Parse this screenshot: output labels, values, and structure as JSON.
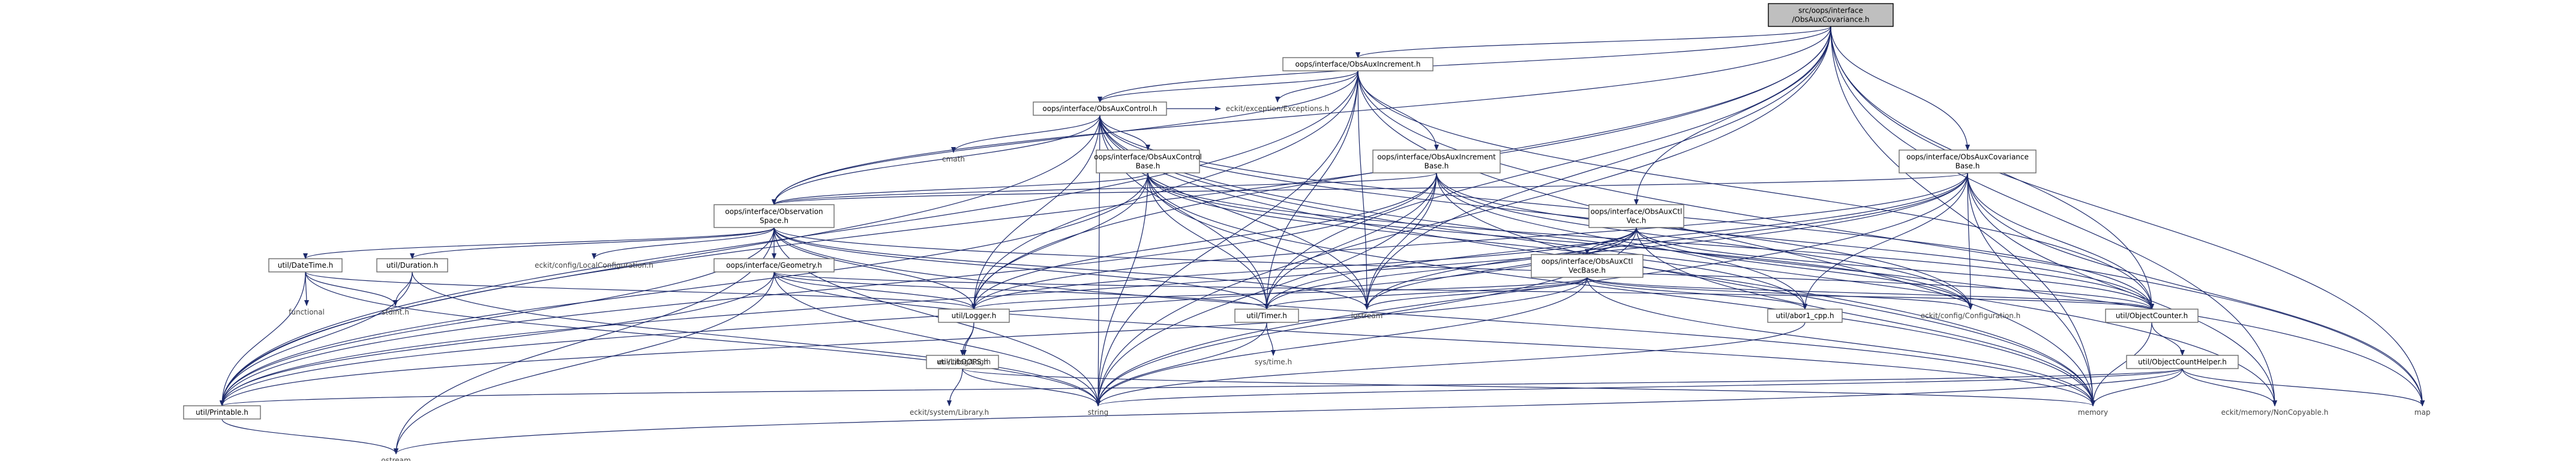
{
  "colors": {
    "edge": "#1d2a6b",
    "node_border": "#6b6b6b",
    "root_fill": "#bfbfbf",
    "node_fill": "#ffffff",
    "ext_text": "#444444"
  },
  "nodes": [
    {
      "id": "root",
      "lines": [
        "src/oops/interface",
        "/ObsAuxCovariance.h"
      ],
      "kind": "root"
    },
    {
      "id": "inc",
      "lines": [
        "oops/interface/ObsAuxIncrement.h"
      ],
      "kind": "plain"
    },
    {
      "id": "ctrl",
      "lines": [
        "oops/interface/ObsAuxControl.h"
      ],
      "kind": "plain"
    },
    {
      "id": "ctrlbase",
      "lines": [
        "oops/interface/ObsAuxControl",
        "Base.h"
      ],
      "kind": "plain"
    },
    {
      "id": "incbase",
      "lines": [
        "oops/interface/ObsAuxIncrement",
        "Base.h"
      ],
      "kind": "plain"
    },
    {
      "id": "covbase",
      "lines": [
        "oops/interface/ObsAuxCovariance",
        "Base.h"
      ],
      "kind": "plain"
    },
    {
      "id": "obsspace",
      "lines": [
        "oops/interface/Observation",
        "Space.h"
      ],
      "kind": "plain"
    },
    {
      "id": "ctlvec",
      "lines": [
        "oops/interface/ObsAuxCtl",
        "Vec.h"
      ],
      "kind": "plain"
    },
    {
      "id": "ctlvecbase",
      "lines": [
        "oops/interface/ObsAuxCtl",
        "VecBase.h"
      ],
      "kind": "plain"
    },
    {
      "id": "datetime",
      "lines": [
        "util/DateTime.h"
      ],
      "kind": "plain"
    },
    {
      "id": "duration",
      "lines": [
        "util/Duration.h"
      ],
      "kind": "plain"
    },
    {
      "id": "geometry",
      "lines": [
        "oops/interface/Geometry.h"
      ],
      "kind": "plain"
    },
    {
      "id": "logger",
      "lines": [
        "util/Logger.h"
      ],
      "kind": "plain"
    },
    {
      "id": "libo",
      "lines": [
        "util/LibOOPS.h"
      ],
      "kind": "plain"
    },
    {
      "id": "timer",
      "lines": [
        "util/Timer.h"
      ],
      "kind": "plain"
    },
    {
      "id": "abort",
      "lines": [
        "util/abor1_cpp.h"
      ],
      "kind": "plain"
    },
    {
      "id": "objcnt",
      "lines": [
        "util/ObjectCounter.h"
      ],
      "kind": "plain"
    },
    {
      "id": "objcnth",
      "lines": [
        "util/ObjectCountHelper.h"
      ],
      "kind": "plain"
    },
    {
      "id": "printable",
      "lines": [
        "util/Printable.h"
      ],
      "kind": "plain"
    },
    {
      "id": "cmath",
      "lines": [
        "cmath"
      ],
      "kind": "ext"
    },
    {
      "id": "exceptions",
      "lines": [
        "eckit/exception/Exceptions.h"
      ],
      "kind": "ext"
    },
    {
      "id": "localconf",
      "lines": [
        "eckit/config/LocalConfiguration.h"
      ],
      "kind": "ext"
    },
    {
      "id": "functional",
      "lines": [
        "functional"
      ],
      "kind": "ext"
    },
    {
      "id": "stdint",
      "lines": [
        "stdint.h"
      ],
      "kind": "ext"
    },
    {
      "id": "iostream",
      "lines": [
        "iostream"
      ],
      "kind": "ext"
    },
    {
      "id": "configuration",
      "lines": [
        "eckit/config/Configuration.h"
      ],
      "kind": "ext"
    },
    {
      "id": "ecklog",
      "lines": [
        "eckit/log/Log.h"
      ],
      "kind": "ext"
    },
    {
      "id": "systime",
      "lines": [
        "sys/time.h"
      ],
      "kind": "ext"
    },
    {
      "id": "library",
      "lines": [
        "eckit/system/Library.h"
      ],
      "kind": "ext"
    },
    {
      "id": "string",
      "lines": [
        "string"
      ],
      "kind": "ext"
    },
    {
      "id": "memory",
      "lines": [
        "memory"
      ],
      "kind": "ext"
    },
    {
      "id": "noncopy",
      "lines": [
        "eckit/memory/NonCopyable.h"
      ],
      "kind": "ext"
    },
    {
      "id": "map",
      "lines": [
        "map"
      ],
      "kind": "ext"
    },
    {
      "id": "ostream",
      "lines": [
        "ostream"
      ],
      "kind": "ext"
    }
  ],
  "edges": [
    [
      "root",
      "inc"
    ],
    [
      "root",
      "ctrl"
    ],
    [
      "root",
      "covbase"
    ],
    [
      "root",
      "obsspace"
    ],
    [
      "root",
      "ctlvec"
    ],
    [
      "root",
      "printable"
    ],
    [
      "root",
      "timer"
    ],
    [
      "root",
      "logger"
    ],
    [
      "root",
      "iostream"
    ],
    [
      "root",
      "string"
    ],
    [
      "root",
      "memory"
    ],
    [
      "root",
      "map"
    ],
    [
      "root",
      "noncopy"
    ],
    [
      "root",
      "objcnt"
    ],
    [
      "inc",
      "ctrl"
    ],
    [
      "inc",
      "incbase"
    ],
    [
      "inc",
      "obsspace"
    ],
    [
      "inc",
      "exceptions"
    ],
    [
      "inc",
      "timer"
    ],
    [
      "inc",
      "logger"
    ],
    [
      "inc",
      "iostream"
    ],
    [
      "inc",
      "string"
    ],
    [
      "inc",
      "printable"
    ],
    [
      "inc",
      "objcnt"
    ],
    [
      "inc",
      "map"
    ],
    [
      "inc",
      "memory"
    ],
    [
      "ctrl",
      "ctrlbase"
    ],
    [
      "ctrl",
      "obsspace"
    ],
    [
      "ctrl",
      "cmath"
    ],
    [
      "ctrl",
      "exceptions"
    ],
    [
      "ctrl",
      "timer"
    ],
    [
      "ctrl",
      "logger"
    ],
    [
      "ctrl",
      "printable"
    ],
    [
      "ctrl",
      "objcnt"
    ],
    [
      "ctrl",
      "iostream"
    ],
    [
      "ctrl",
      "string"
    ],
    [
      "ctrl",
      "memory"
    ],
    [
      "ctrl",
      "configuration"
    ],
    [
      "ctrl",
      "noncopy"
    ],
    [
      "ctrl",
      "map"
    ],
    [
      "ctrlbase",
      "obsspace"
    ],
    [
      "ctrlbase",
      "timer"
    ],
    [
      "ctrlbase",
      "logger"
    ],
    [
      "ctrlbase",
      "iostream"
    ],
    [
      "ctrlbase",
      "string"
    ],
    [
      "ctrlbase",
      "printable"
    ],
    [
      "ctrlbase",
      "abort"
    ],
    [
      "ctrlbase",
      "objcnt"
    ],
    [
      "ctrlbase",
      "configuration"
    ],
    [
      "ctrlbase",
      "memory"
    ],
    [
      "incbase",
      "obsspace"
    ],
    [
      "incbase",
      "timer"
    ],
    [
      "incbase",
      "logger"
    ],
    [
      "incbase",
      "iostream"
    ],
    [
      "incbase",
      "string"
    ],
    [
      "incbase",
      "printable"
    ],
    [
      "incbase",
      "abort"
    ],
    [
      "incbase",
      "objcnt"
    ],
    [
      "incbase",
      "configuration"
    ],
    [
      "incbase",
      "memory"
    ],
    [
      "covbase",
      "obsspace"
    ],
    [
      "covbase",
      "timer"
    ],
    [
      "covbase",
      "logger"
    ],
    [
      "covbase",
      "iostream"
    ],
    [
      "covbase",
      "string"
    ],
    [
      "covbase",
      "printable"
    ],
    [
      "covbase",
      "abort"
    ],
    [
      "covbase",
      "objcnt"
    ],
    [
      "covbase",
      "configuration"
    ],
    [
      "covbase",
      "memory"
    ],
    [
      "covbase",
      "map"
    ],
    [
      "covbase",
      "noncopy"
    ],
    [
      "obsspace",
      "datetime"
    ],
    [
      "obsspace",
      "duration"
    ],
    [
      "obsspace",
      "geometry"
    ],
    [
      "obsspace",
      "localconf"
    ],
    [
      "obsspace",
      "timer"
    ],
    [
      "obsspace",
      "logger"
    ],
    [
      "obsspace",
      "printable"
    ],
    [
      "obsspace",
      "objcnt"
    ],
    [
      "obsspace",
      "string"
    ],
    [
      "obsspace",
      "ostream"
    ],
    [
      "obsspace",
      "memory"
    ],
    [
      "obsspace",
      "iostream"
    ],
    [
      "ctlvec",
      "ctlvecbase"
    ],
    [
      "ctlvec",
      "timer"
    ],
    [
      "ctlvec",
      "logger"
    ],
    [
      "ctlvec",
      "iostream"
    ],
    [
      "ctlvec",
      "printable"
    ],
    [
      "ctlvec",
      "objcnt"
    ],
    [
      "ctlvec",
      "string"
    ],
    [
      "ctlvec",
      "memory"
    ],
    [
      "ctlvec",
      "configuration"
    ],
    [
      "ctlvecbase",
      "timer"
    ],
    [
      "ctlvecbase",
      "logger"
    ],
    [
      "ctlvecbase",
      "iostream"
    ],
    [
      "ctlvecbase",
      "abort"
    ],
    [
      "ctlvecbase",
      "objcnt"
    ],
    [
      "ctlvecbase",
      "configuration"
    ],
    [
      "ctlvecbase",
      "printable"
    ],
    [
      "ctlvecbase",
      "string"
    ],
    [
      "ctlvecbase",
      "memory"
    ],
    [
      "datetime",
      "functional"
    ],
    [
      "datetime",
      "stdint"
    ],
    [
      "datetime",
      "string"
    ],
    [
      "datetime",
      "printable"
    ],
    [
      "datetime",
      "logger"
    ],
    [
      "duration",
      "stdint"
    ],
    [
      "duration",
      "string"
    ],
    [
      "duration",
      "printable"
    ],
    [
      "geometry",
      "logger"
    ],
    [
      "geometry",
      "timer"
    ],
    [
      "geometry",
      "printable"
    ],
    [
      "geometry",
      "objcnt"
    ],
    [
      "geometry",
      "string"
    ],
    [
      "geometry",
      "memory"
    ],
    [
      "geometry",
      "ostream"
    ],
    [
      "logger",
      "ecklog"
    ],
    [
      "logger",
      "libo"
    ],
    [
      "libo",
      "library"
    ],
    [
      "libo",
      "string"
    ],
    [
      "libo",
      "memory"
    ],
    [
      "timer",
      "systime"
    ],
    [
      "timer",
      "string"
    ],
    [
      "abort",
      "string"
    ],
    [
      "objcnt",
      "objcnth"
    ],
    [
      "objcnt",
      "memory"
    ],
    [
      "objcnth",
      "noncopy"
    ],
    [
      "objcnth",
      "map"
    ],
    [
      "objcnth",
      "string"
    ],
    [
      "objcnth",
      "memory"
    ],
    [
      "objcnth",
      "ostream"
    ],
    [
      "objcnth",
      "printable"
    ],
    [
      "printable",
      "ostream"
    ]
  ]
}
